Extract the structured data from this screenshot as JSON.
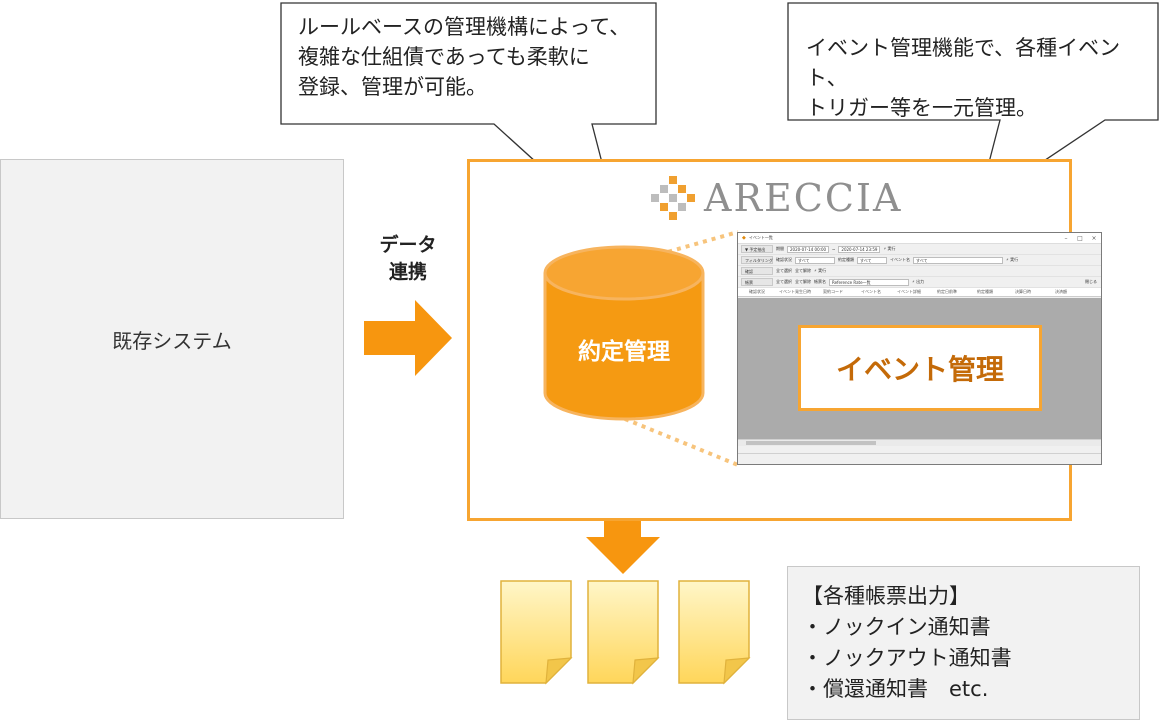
{
  "existing_system": {
    "label": "既存システム"
  },
  "data_link": {
    "line1": "データ",
    "line2": "連携"
  },
  "areccia": {
    "logo_text": "ARECCIA"
  },
  "database": {
    "label": "約定管理"
  },
  "event_window": {
    "title": "イベント一覧",
    "row1": {
      "button": "▼ 予定抽出",
      "label": "期間",
      "from": "2020-07-14 00:00",
      "to": "2020-07-14 23:59",
      "action": "⚡ 実行"
    },
    "row2": {
      "button": "フィルタリング",
      "label1": "確認状況",
      "value1": "すべて",
      "label2": "約定種類",
      "value2": "すべて",
      "label3": "イベント名",
      "value3": "すべて",
      "action": "⚡ 実行"
    },
    "row3": {
      "button": "確認",
      "select_all": "全て選択",
      "clear_all": "全て解除",
      "action": "⚡ 実行"
    },
    "row4": {
      "button": "帳票",
      "select_all": "全て選択",
      "clear_all": "全て解除",
      "label": "帳票名",
      "value": "Reference Rate一覧",
      "action": "⚡ 出力",
      "close": "閉じる"
    },
    "columns": [
      "確認状況",
      "イベント発生日時",
      "契約コード",
      "イベント名",
      "イベント詳細",
      "約定日前準",
      "約定種類",
      "決算日時",
      "決済額"
    ]
  },
  "event_management": {
    "label": "イベント管理"
  },
  "callout_rule": {
    "line1": "ルールベースの管理機構によって、",
    "line2": "複雑な仕組債であっても柔軟に",
    "line3": "登録、管理が可能。"
  },
  "callout_event": {
    "line1": "イベント管理機能で、各種イベント、",
    "line2": "トリガー等を一元管理。"
  },
  "reports": {
    "title": "【各種帳票出力】",
    "items": [
      "・ノックイン通知書",
      "・ノックアウト通知書",
      "・償還通知書　etc."
    ]
  },
  "colors": {
    "accent": "#f7a531",
    "database_fill": "#f59a12",
    "arrow": "#f7960f",
    "document_fill": "#ffe89a"
  }
}
